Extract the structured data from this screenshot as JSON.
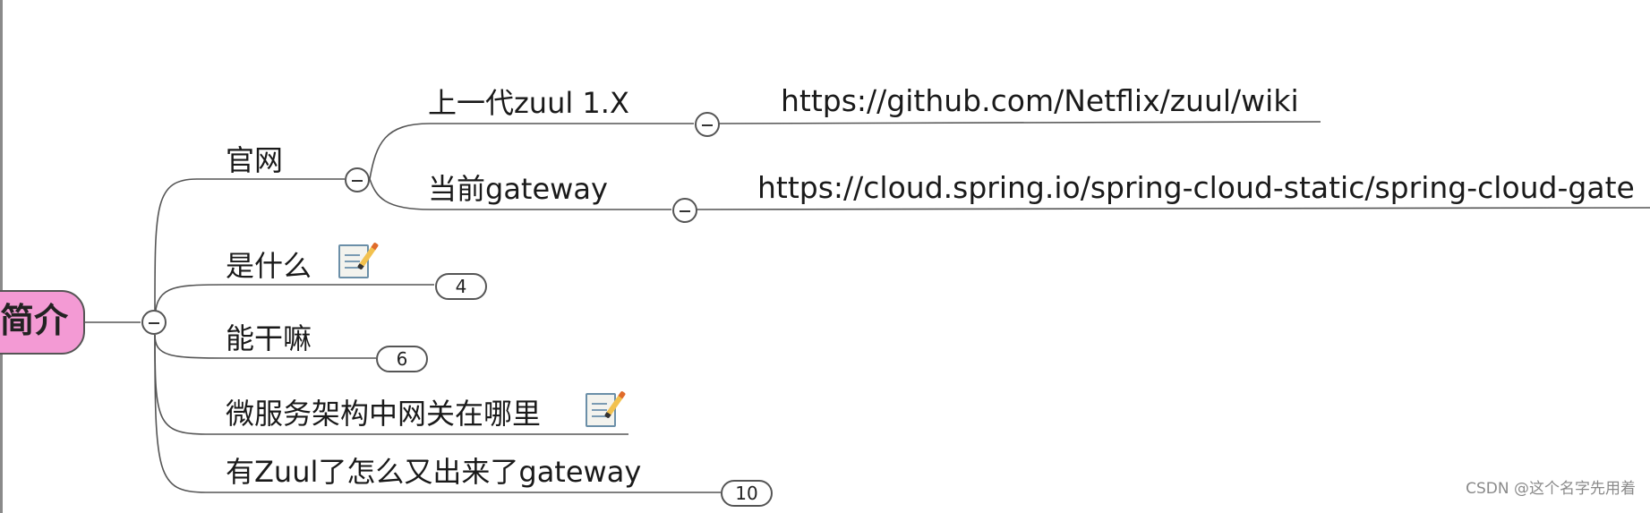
{
  "root": {
    "label": "简介"
  },
  "branches": [
    {
      "label": "官网",
      "children": [
        {
          "label": "上一代zuul 1.X",
          "url": "https://github.com/Netflix/zuul/wiki"
        },
        {
          "label": "当前gateway",
          "url": "https://cloud.spring.io/spring-cloud-static/spring-cloud-gate"
        }
      ]
    },
    {
      "label": "是什么",
      "count": "4",
      "note_icon": "note-pencil-icon"
    },
    {
      "label": "能干嘛",
      "count": "6"
    },
    {
      "label": "微服务架构中网关在哪里",
      "note_icon": "note-pencil-icon"
    },
    {
      "label": "有Zuul了怎么又出来了gateway",
      "count": "10"
    }
  ],
  "watermark": "CSDN @这个名字先用着",
  "colors": {
    "root_fill": "#f39ad4",
    "line": "#555555",
    "text": "#1a1a1a"
  }
}
